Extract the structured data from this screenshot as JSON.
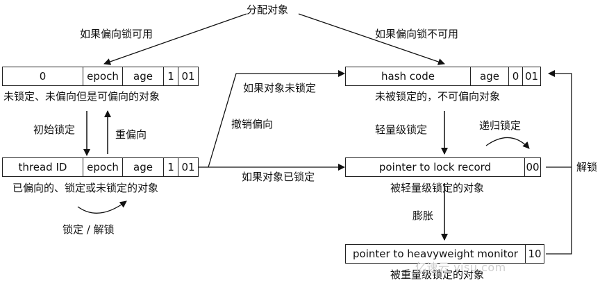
{
  "top": {
    "title": "分配对象",
    "left_condition": "如果偏向锁可用",
    "right_condition": "如果偏向锁不可用"
  },
  "box_unlocked_biasable": {
    "cells": [
      "0",
      "epoch",
      "age",
      "1",
      "01"
    ],
    "caption": "未锁定、未偏向但是可偏向的对象"
  },
  "box_biased": {
    "cells": [
      "thread ID",
      "epoch",
      "age",
      "1",
      "01"
    ],
    "caption": "已偏向的、锁定或未锁定的对象"
  },
  "box_unlocked_nonbiasable": {
    "cells": [
      "hash code",
      "age",
      "0",
      "01"
    ],
    "caption": "未被锁定的，不可偏向对象"
  },
  "box_lightweight": {
    "cells": [
      "pointer to lock record",
      "00"
    ],
    "caption": "被轻量级锁定的对象"
  },
  "box_heavyweight": {
    "cells": [
      "pointer to heavyweight monitor",
      "10"
    ],
    "caption": "被重量级锁定的对象"
  },
  "transitions": {
    "initial_lock": "初始锁定",
    "rebias": "重偏向",
    "lock_unlock": "锁定 / 解锁",
    "revoke_bias": "撤销偏向",
    "if_unlocked": "如果对象未锁定",
    "if_locked": "如果对象已锁定",
    "lightweight_lock": "轻量级锁定",
    "recursive_lock": "递归锁定",
    "inflate": "膨胀",
    "unlock": "解锁"
  },
  "watermark": "亿速云 yisu.com"
}
